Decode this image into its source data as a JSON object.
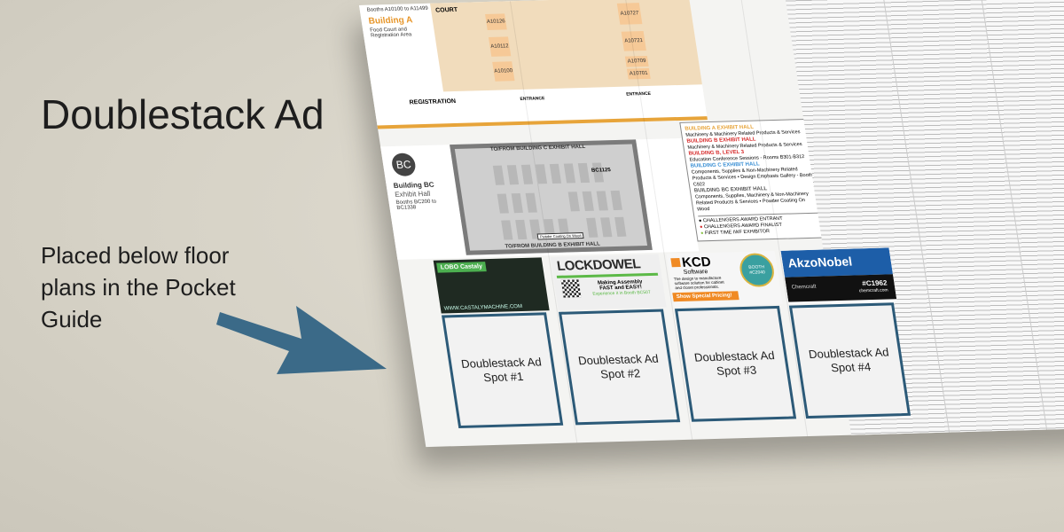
{
  "headline": "Doublestack Ad",
  "subtext": "Placed below floor plans in the Pocket Guide",
  "colors": {
    "background": "#d9d5c9",
    "arrow": "#3b6a88",
    "spot_border": "#2c5a78",
    "building_a": "#e7962a"
  },
  "arrow_icon": "arrow-right",
  "building_a": {
    "booths": "Booths A10100 to A11499",
    "title": "Building A",
    "subtitle": "Food Court and Registration Area",
    "court": "COURT",
    "registration": "REGISTRATION",
    "entrance": "ENTRANCE",
    "booths_shown": [
      "A10126",
      "A10727",
      "A10112",
      "A10721",
      "A10709",
      "A10100",
      "A10701"
    ]
  },
  "building_bc": {
    "badge": "BC",
    "title": "Building BC",
    "subtitle": "Exhibit Hall",
    "booths": "Booths BC200 to BC1338",
    "top_label": "TO/FROM BUILDING C EXHIBIT HALL",
    "bottom_label": "TO/FROM BUILDING B EXHIBIT HALL",
    "feature": "Powder Coating On Wood",
    "booth": "BC1125"
  },
  "legend": {
    "halls": [
      {
        "title": "BUILDING A EXHIBIT HALL",
        "desc": "Machinery & Machinery Related Products & Services",
        "color": "#e7a43a"
      },
      {
        "title": "BUILDING B EXHIBIT HALL",
        "desc": "Machinery & Machinery Related Products & Services",
        "color": "#d62b2b"
      },
      {
        "title": "BUILDING B, LEVEL 3",
        "desc": "Education Conference Sessions - Rooms B301-B312",
        "color": "#d62b2b"
      },
      {
        "title": "BUILDING C EXHIBIT HALL",
        "desc": "Components, Supplies & Non-Machinery Related Products & Services • Design Emphasis Gallery - Booth C922",
        "color": "#3a8fd4"
      },
      {
        "title": "BUILDING BC EXHIBIT HALL",
        "desc": "Components, Supplies, Machinery & Non-Machinery Related Products & Services • Powder Coating On Wood",
        "color": "#555555"
      }
    ],
    "markers": [
      "CHALLENGERS AWARD ENTRANT",
      "CHALLENGERS AWARD FINALIST",
      "FIRST TIME IWF EXHIBITOR"
    ]
  },
  "ads": [
    {
      "brand": "LOBO Castaly",
      "footer": "WWW.CASTALYMACHINE.COM"
    },
    {
      "brand": "LOCKDOWEL",
      "line1": "Making Assembly",
      "line2": "FAST and EASY!",
      "line3": "Experience it in Booth BC507"
    },
    {
      "brand": "KCD",
      "brand2": "Software",
      "desc": "The design to manufacture software solution for cabinet and closet professionals.",
      "cta": "Show Special Pricing!",
      "badge": "BOOTH #C2040"
    },
    {
      "brand": "AkzoNobel",
      "sub": "Chemcraft",
      "booth": "#C1962",
      "url": "chemcraft.com"
    }
  ],
  "spots": [
    "Doublestack Ad Spot #1",
    "Doublestack Ad Spot #2",
    "Doublestack Ad Spot #3",
    "Doublestack Ad Spot #4"
  ]
}
